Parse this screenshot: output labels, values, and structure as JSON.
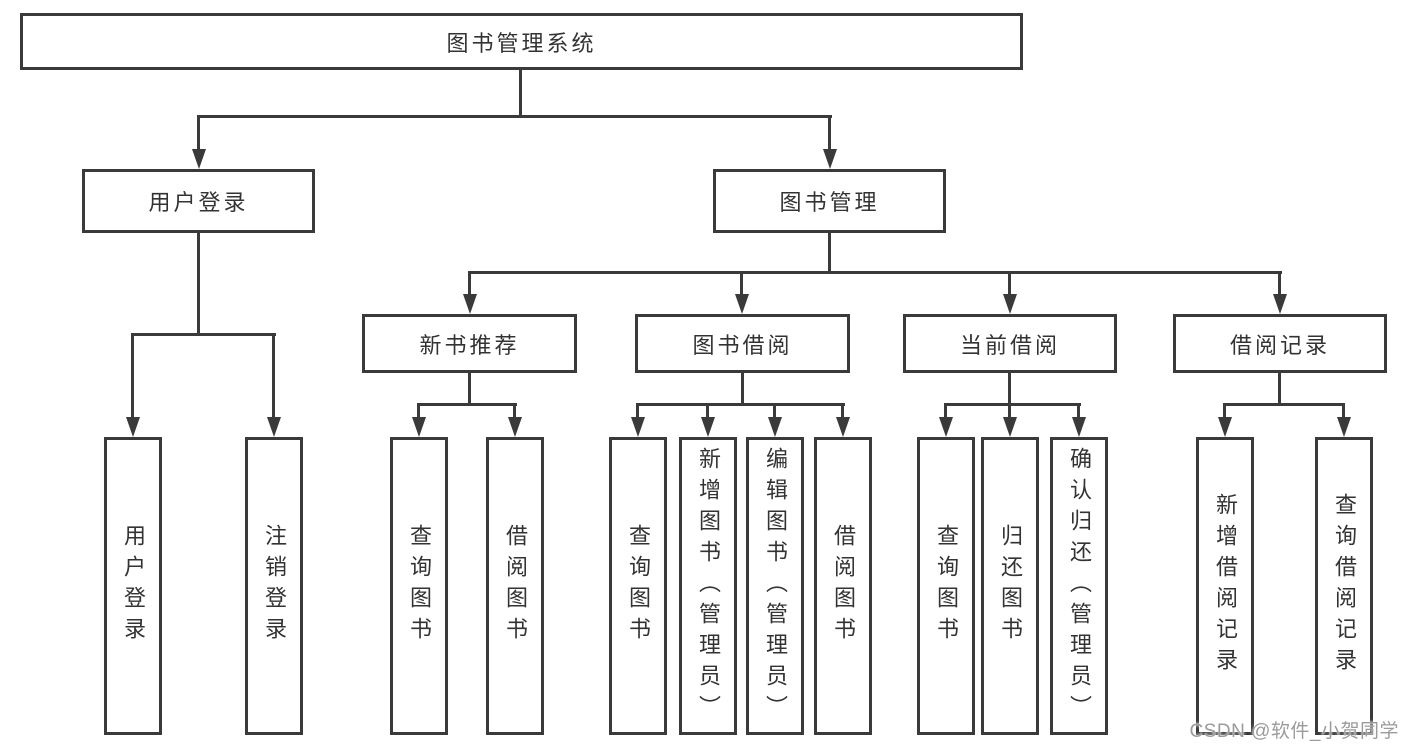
{
  "colors": {
    "line": "#3a3a3a",
    "text": "#333333",
    "watermark": "#9b9b9b",
    "background": "#ffffff"
  },
  "root": {
    "label": "图书管理系统"
  },
  "level2": [
    {
      "label": "用户登录"
    },
    {
      "label": "图书管理"
    }
  ],
  "level3": [
    {
      "label": "新书推荐"
    },
    {
      "label": "图书借阅"
    },
    {
      "label": "当前借阅"
    },
    {
      "label": "借阅记录"
    }
  ],
  "leaves": [
    {
      "label": "用户登录"
    },
    {
      "label": "注销登录"
    },
    {
      "label": "查询图书"
    },
    {
      "label": "借阅图书"
    },
    {
      "label": "查询图书"
    },
    {
      "label": "新增图书（管理员）"
    },
    {
      "label": "编辑图书（管理员）"
    },
    {
      "label": "借阅图书"
    },
    {
      "label": "查询图书"
    },
    {
      "label": "归还图书"
    },
    {
      "label": "确认归还（管理员）"
    },
    {
      "label": "新增借阅记录"
    },
    {
      "label": "查询借阅记录"
    }
  ],
  "watermark": {
    "text": "CSDN @软件_小贺同学"
  }
}
